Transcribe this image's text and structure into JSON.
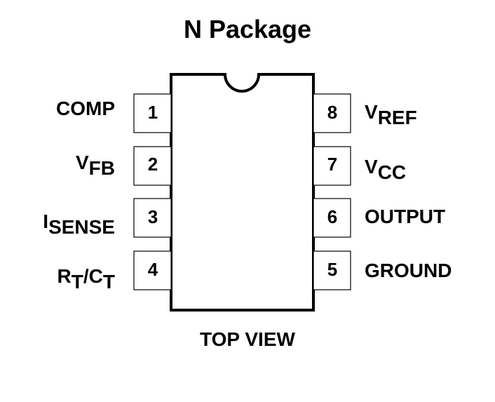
{
  "title": "N Package",
  "caption": "TOP VIEW",
  "pins": {
    "left": [
      {
        "number": "1",
        "signal_main": "COMP",
        "signal_sub": ""
      },
      {
        "number": "2",
        "signal_main": "V",
        "signal_sub": "FB"
      },
      {
        "number": "3",
        "signal_main": "I",
        "signal_sub": "SENSE"
      },
      {
        "number": "4",
        "signal_main": "R",
        "signal_sub": "T",
        "signal_sep": "/C",
        "signal_sub2": "T"
      }
    ],
    "right": [
      {
        "number": "8",
        "signal_main": "V",
        "signal_sub": "REF"
      },
      {
        "number": "7",
        "signal_main": "V",
        "signal_sub": "CC"
      },
      {
        "number": "6",
        "signal_main": "OUTPUT",
        "signal_sub": ""
      },
      {
        "number": "5",
        "signal_main": "GROUND",
        "signal_sub": ""
      }
    ]
  },
  "colors": {
    "line": "#000000",
    "background": "#ffffff"
  }
}
